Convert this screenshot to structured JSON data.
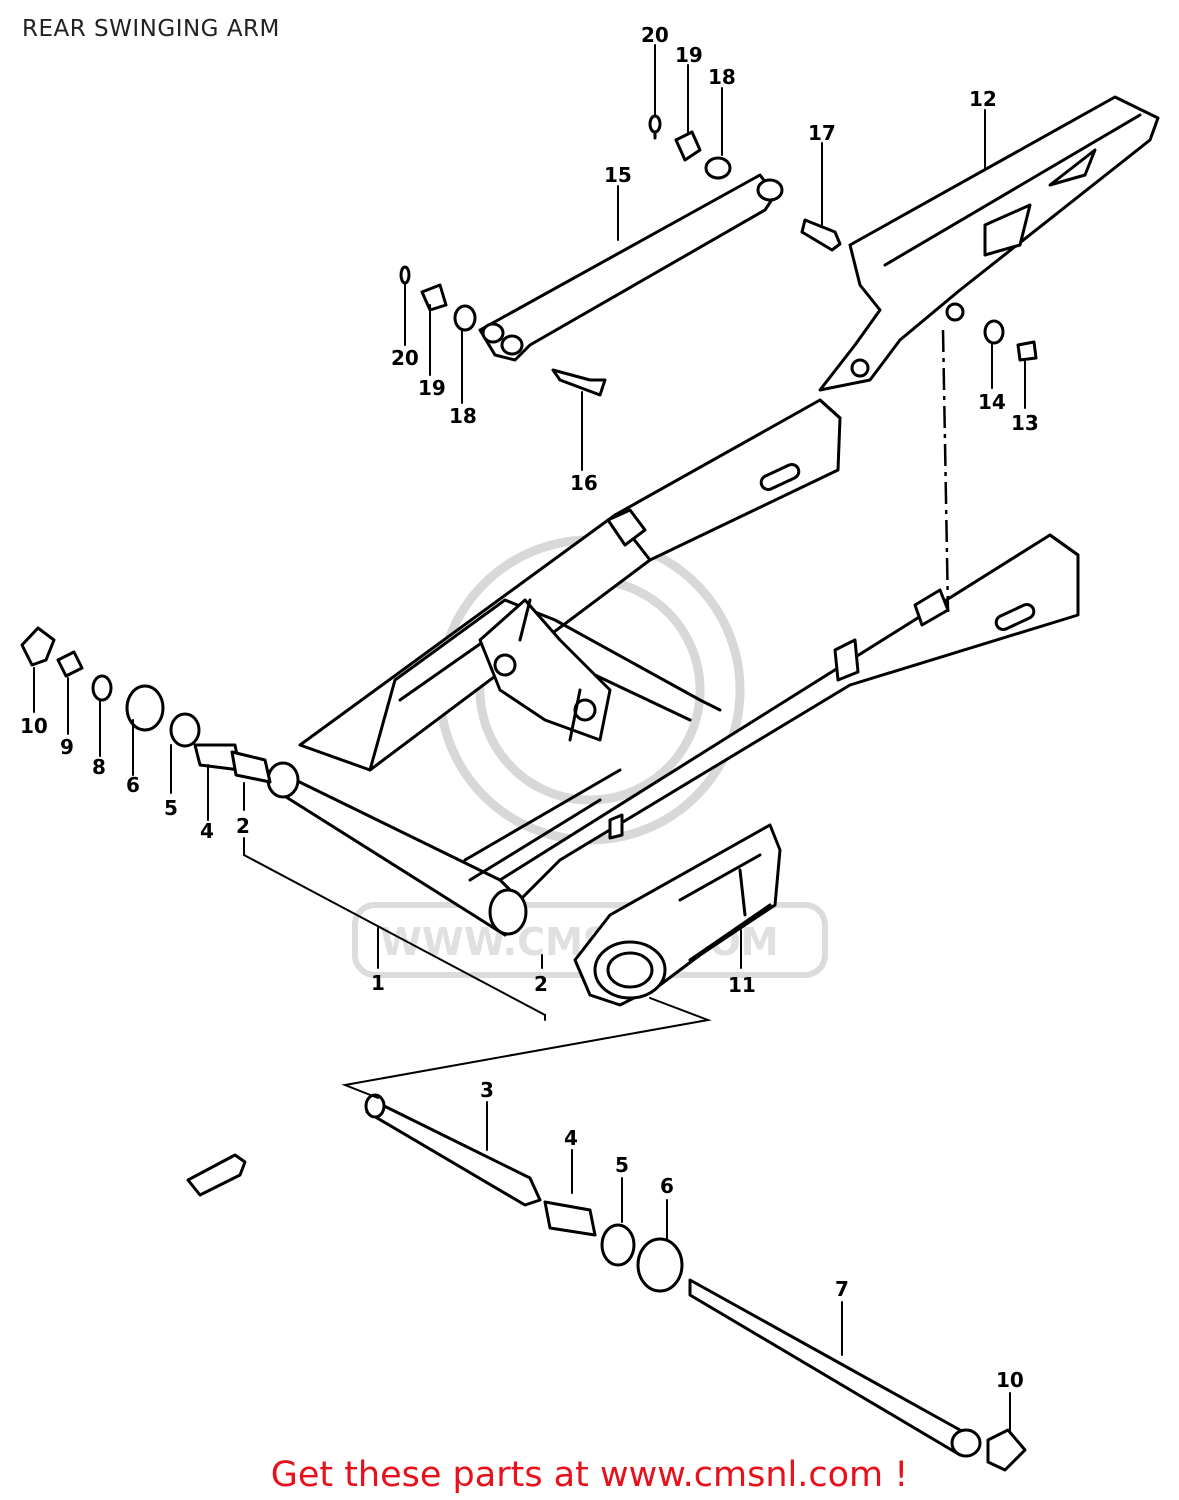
{
  "title": "REAR SWINGING ARM",
  "footer": "Get these parts at www.cmsnl.com !",
  "colors": {
    "footer": "#e8101a",
    "lines": "#000000",
    "watermark": "#d8d8d8"
  },
  "callouts": [
    "20",
    "19",
    "18",
    "12",
    "17",
    "15",
    "20",
    "19",
    "18",
    "16",
    "14",
    "13",
    "10",
    "9",
    "8",
    "6",
    "5",
    "4",
    "2",
    "1",
    "2",
    "11",
    "3",
    "4",
    "5",
    "6",
    "7",
    "10"
  ]
}
